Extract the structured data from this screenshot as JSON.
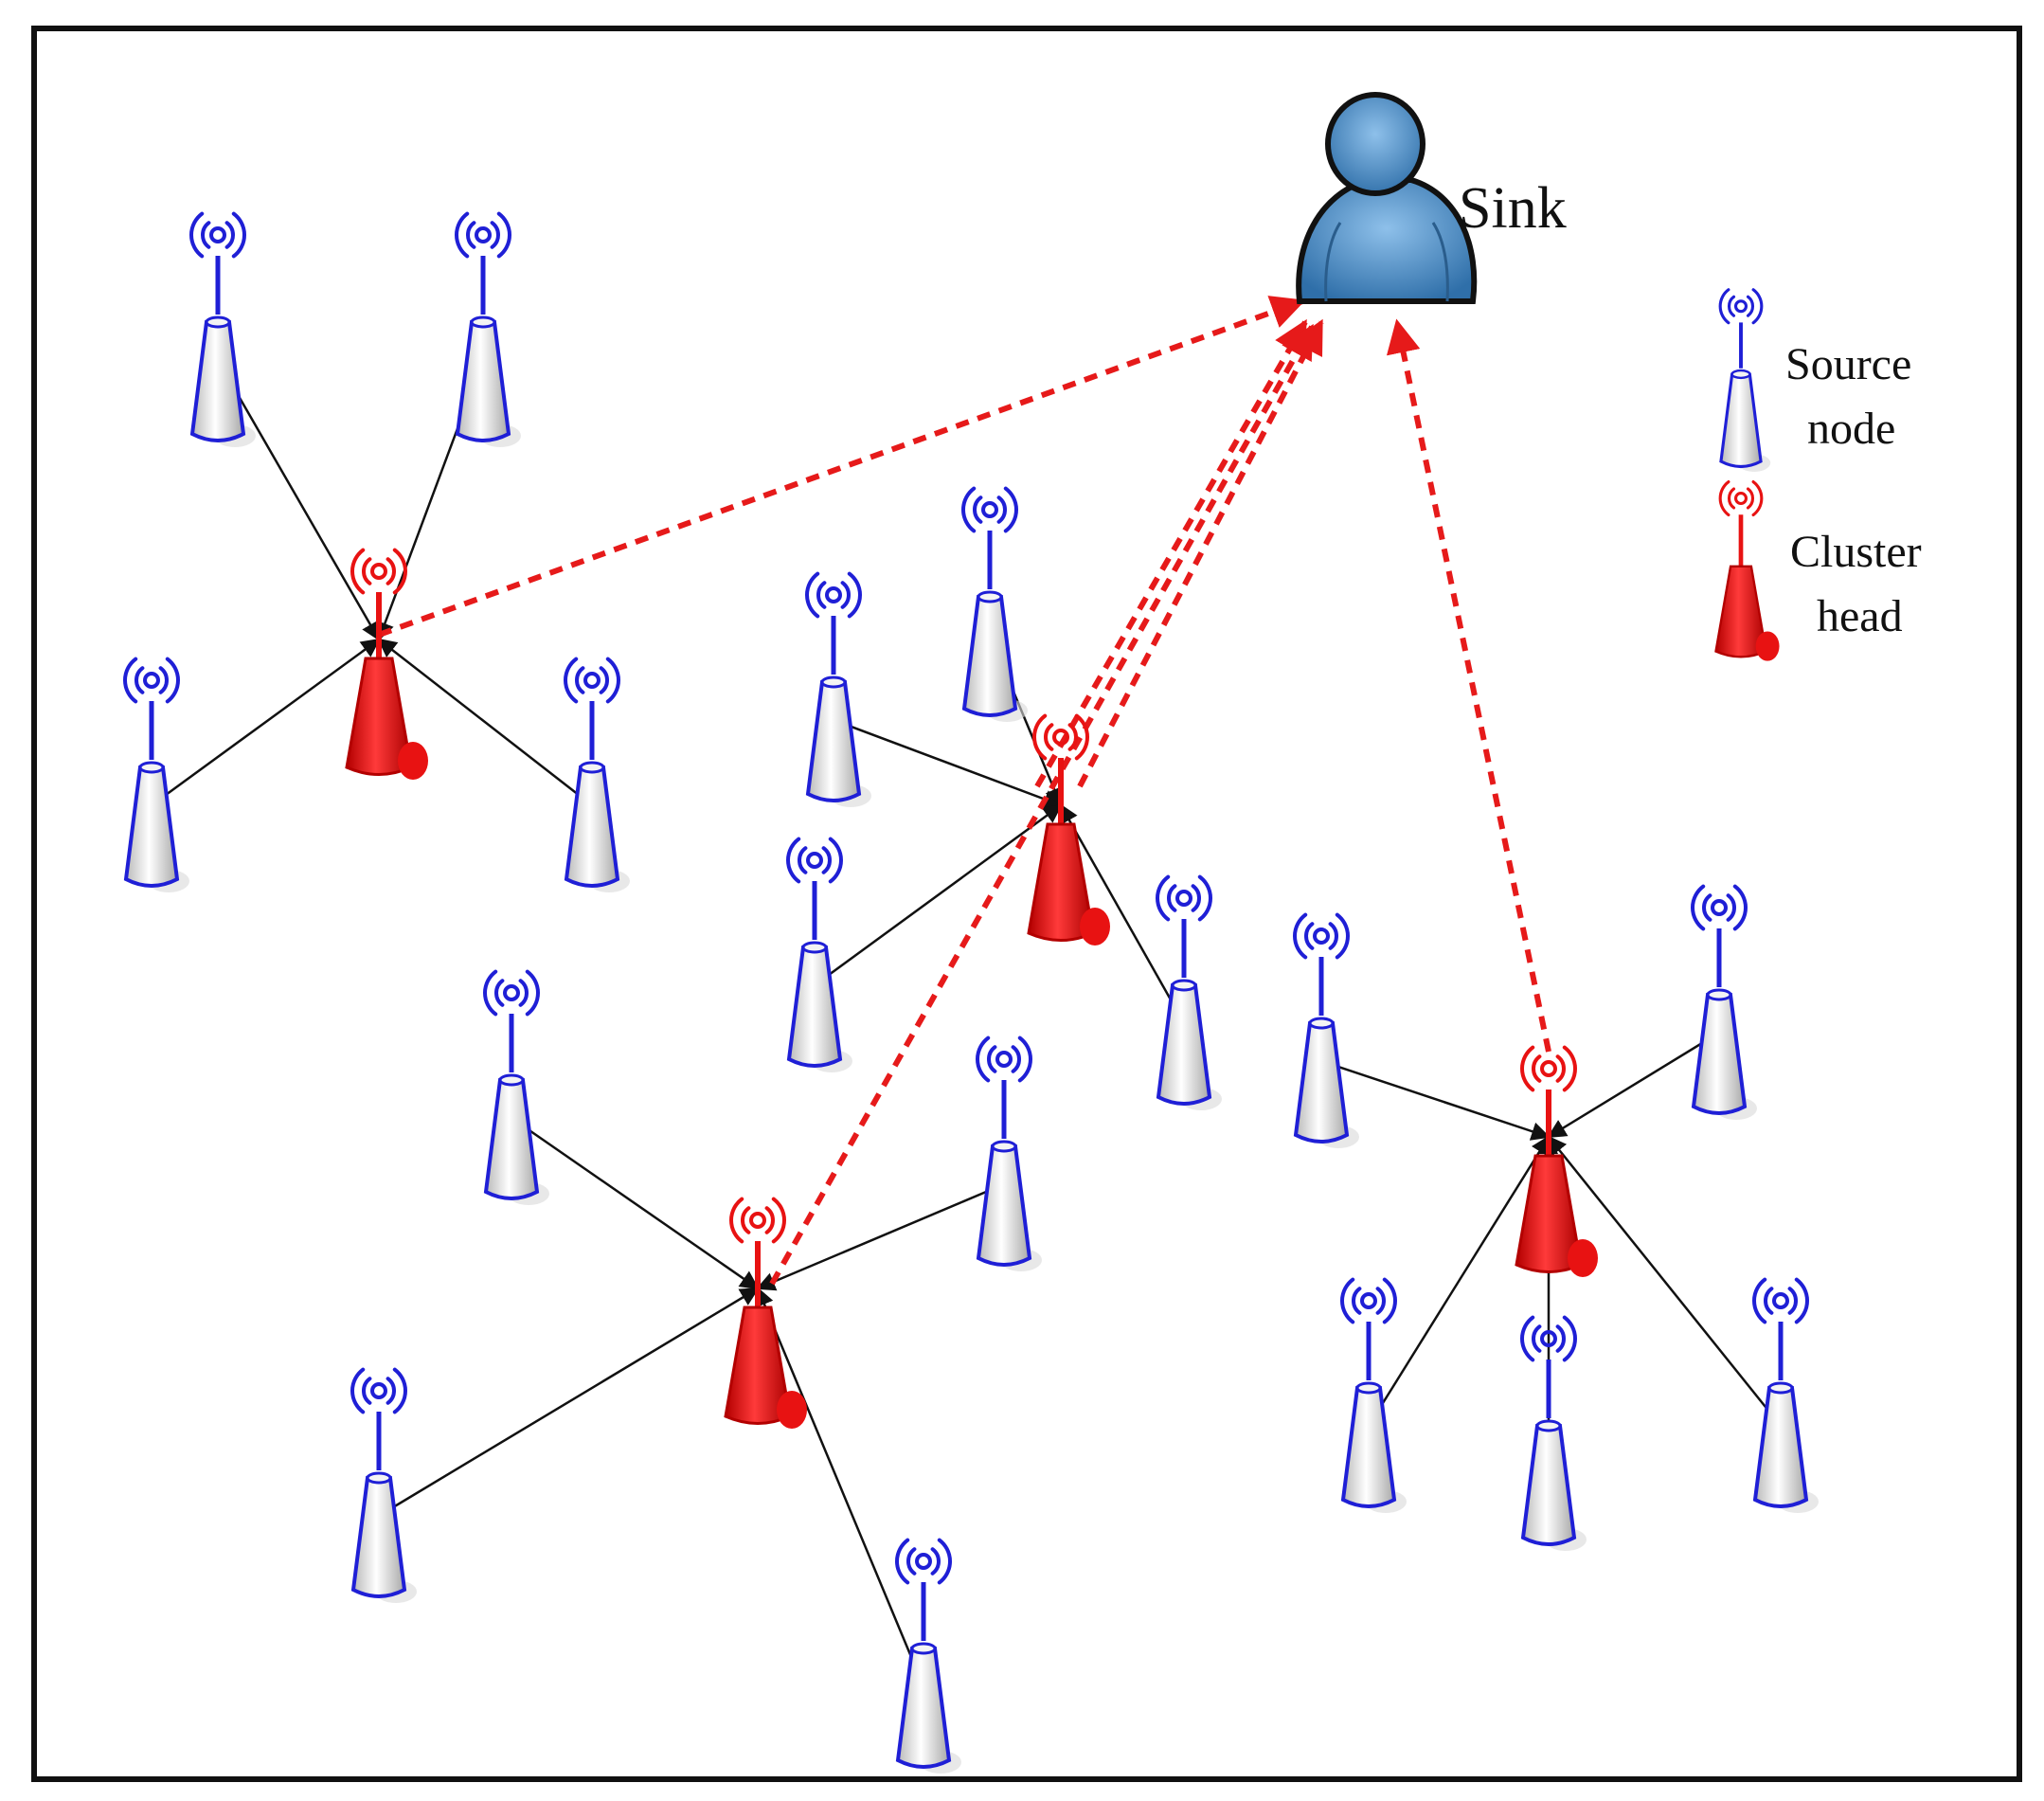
{
  "diagram": {
    "sink_label": "Sink",
    "legend": {
      "source_node_line1": "Source",
      "source_node_line2": "node",
      "cluster_head_line1": "Cluster",
      "cluster_head_line2": "head"
    },
    "colors": {
      "frame": "#111111",
      "source_node_signal": "#1f1fd6",
      "source_node_body": "#e8e8e8",
      "cluster_head": "#e81212",
      "link": "#111111",
      "sink_link": "#e61a1a",
      "sink_fill": "#4f8fc8"
    },
    "icons": {
      "source_node": "source-node-antenna-icon",
      "cluster_head": "cluster-head-antenna-icon",
      "sink": "sink-user-icon"
    }
  }
}
